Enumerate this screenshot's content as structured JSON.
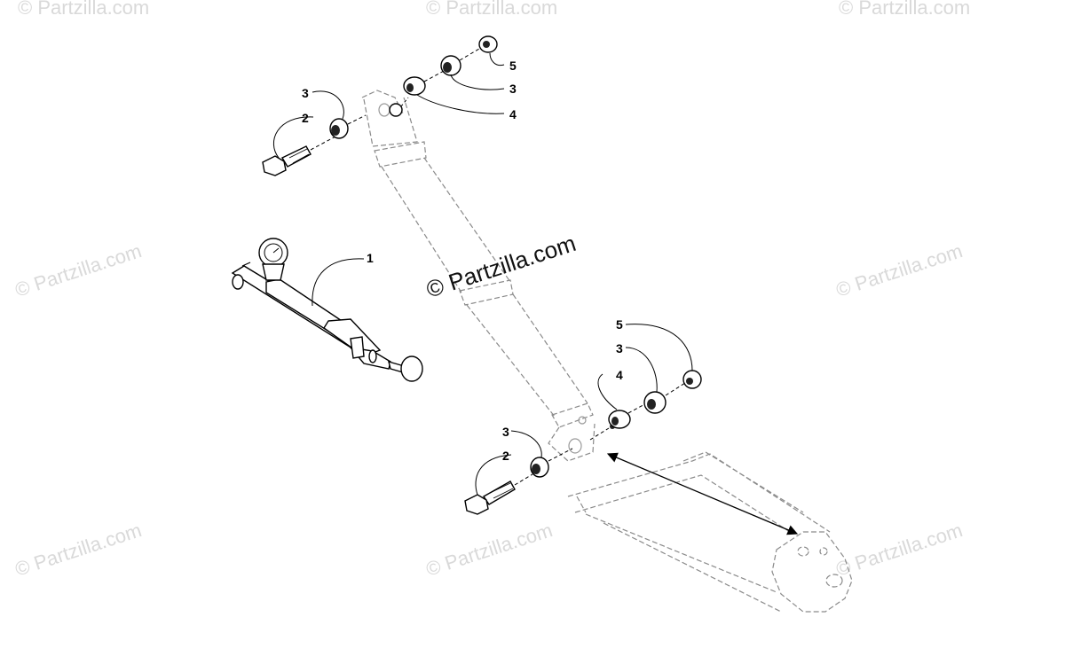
{
  "watermark": {
    "repeat_text": "© Partzilla.com",
    "center_text": "© Partzilla.com"
  },
  "callouts": [
    {
      "id": "c1",
      "label": "1"
    },
    {
      "id": "c2a",
      "label": "2"
    },
    {
      "id": "c3a",
      "label": "3"
    },
    {
      "id": "c5a",
      "label": "5"
    },
    {
      "id": "c3b",
      "label": "3"
    },
    {
      "id": "c4a",
      "label": "4"
    },
    {
      "id": "c5b",
      "label": "5"
    },
    {
      "id": "c3c",
      "label": "3"
    },
    {
      "id": "c4b",
      "label": "4"
    },
    {
      "id": "c3d",
      "label": "3"
    },
    {
      "id": "c2b",
      "label": "2"
    }
  ],
  "icons": {
    "shock": "shock-absorber-icon",
    "pump": "air-pump-gauge-icon",
    "bolt": "flange-bolt-icon",
    "bushing": "bushing-icon",
    "spacer": "spacer-icon",
    "cap": "cap-nut-icon",
    "arm": "a-arm-icon",
    "arrow": "measurement-arrow-icon"
  }
}
